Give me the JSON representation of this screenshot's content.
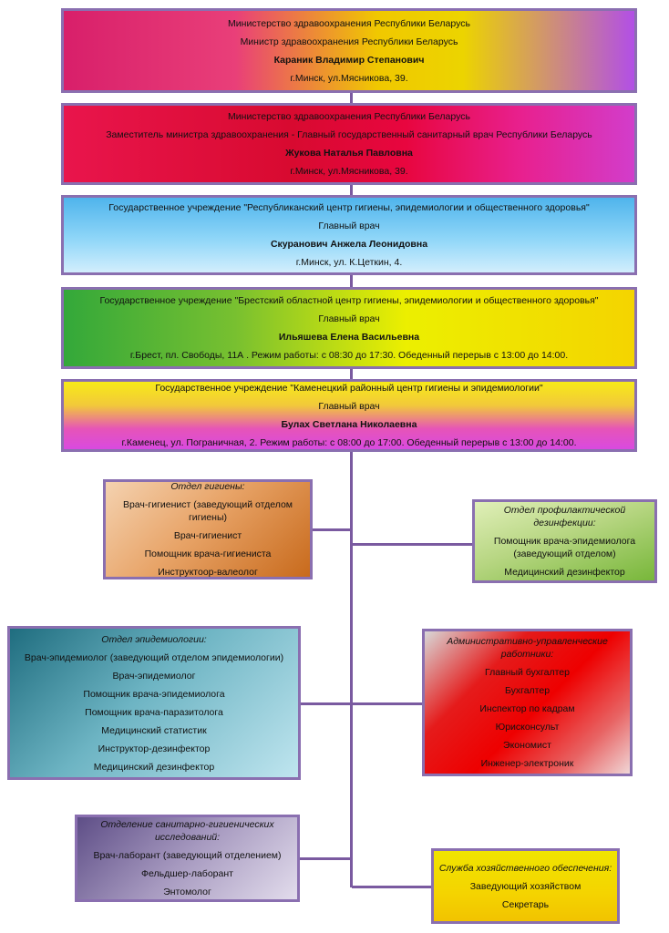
{
  "boxes": [
    {
      "id": "ministry",
      "lines": [
        "Министерство здравоохранения Республики Беларусь",
        "Министр здравоохранения Республики Беларусь"
      ],
      "name": "Караник Владимир Степанович",
      "address": "г.Минск, ул.Мясникова, 39."
    },
    {
      "id": "deputy",
      "lines": [
        "Министерство здравоохранения Республики Беларусь",
        "Заместитель министра здравоохранения - Главный государственный санитарный врач Республики Беларусь"
      ],
      "name": "Жукова Наталья Павловна",
      "address": "г.Минск, ул.Мясникова, 39."
    },
    {
      "id": "republican-center",
      "lines": [
        "Государственное учреждение \"Республиканский  центр гигиены, эпидемиологии и общественного здоровья\"",
        "Главный врач"
      ],
      "name": "Скуранович Анжела Леонидовна",
      "address": "г.Минск, ул. К.Цеткин, 4."
    },
    {
      "id": "brest-center",
      "lines": [
        "Государственное учреждение \"Брестский областной центр гигиены, эпидемиологии и общественного здоровья\"",
        "Главный врач"
      ],
      "name": "Ильяшева Елена Васильевна",
      "address": "г.Брест, пл. Свободы, 11А . Режим работы: с 08:30 до 17:30. Обеденный перерыв с 13:00 до 14:00."
    },
    {
      "id": "kamenets-center",
      "lines": [
        "Государственное учреждение  \"Каменецкий районный центр гигиены и эпидемиологии\"",
        "Главный врач"
      ],
      "name": "Булах Светлана Николаевна",
      "address": "г.Каменец, ул. Пограничная, 2. Режим работы: с 08:00 до 17:00. Обеденный перерыв с 13:00 до 14:00."
    }
  ],
  "departments": [
    {
      "id": "hygiene",
      "title": "Отдел гигиены:",
      "items": [
        "Врач-гигиенист  (заведующий отделом гигиены)",
        "Врач-гигиенист",
        "Помощник врача-гигиениста",
        "Инструктоор-валеолог"
      ]
    },
    {
      "id": "disinfection",
      "title": "Отдел профилактической дезинфекции:",
      "items": [
        "Помощник врача-эпидемиолога (заведующий отделом)",
        "Медицинский дезинфектор"
      ]
    },
    {
      "id": "epidemiology",
      "title": "Отдел эпидемиологии:",
      "items": [
        "Врач-эпидемиолог (заведующий отделом эпидемиологии)",
        "Врач-эпидемиолог",
        "Помощник врача-эпидемиолога",
        "Помощник врача-паразитолога",
        "Медицинский статистик",
        "Инструктор-дезинфектор",
        "Медицинский дезинфектор"
      ]
    },
    {
      "id": "administrative",
      "title": "Административно-управленческие работники:",
      "items": [
        "Главный бухгалтер",
        "Бухгалтер",
        "Инспектор по кадрам",
        "Юрисконсульт",
        "Экономист",
        "Инженер-электроник"
      ]
    },
    {
      "id": "lab",
      "title": "Отделение санитарно-гигиенических исследований:",
      "items": [
        "Врач-лаборант (заведующий отделением)",
        "Фельдшер-лаборант",
        "Энтомолог"
      ]
    },
    {
      "id": "economic",
      "title": "Служба хозяйственного обеспечения:",
      "items": [
        "Заведующий хозяйством",
        "Секретарь"
      ]
    }
  ],
  "colors": {
    "connector": "#7a5aa0",
    "border": "#8a6fb0"
  }
}
